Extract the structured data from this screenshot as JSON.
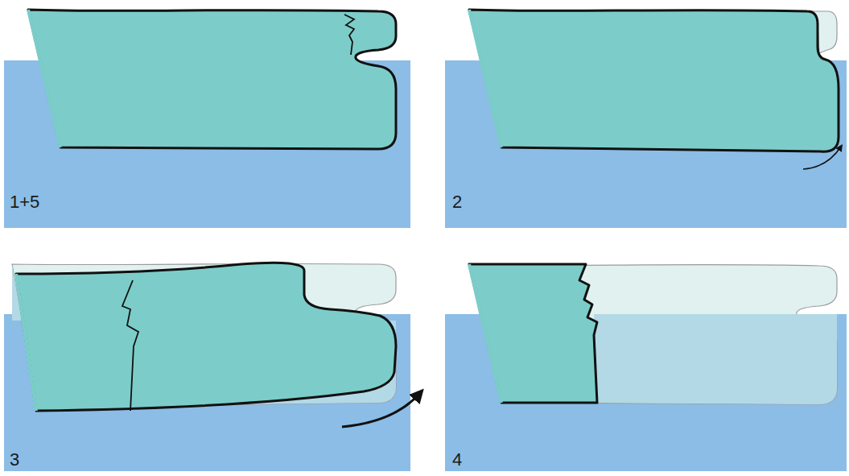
{
  "diagram": {
    "labels": [
      "1+5",
      "2",
      "3",
      "4"
    ]
  }
}
